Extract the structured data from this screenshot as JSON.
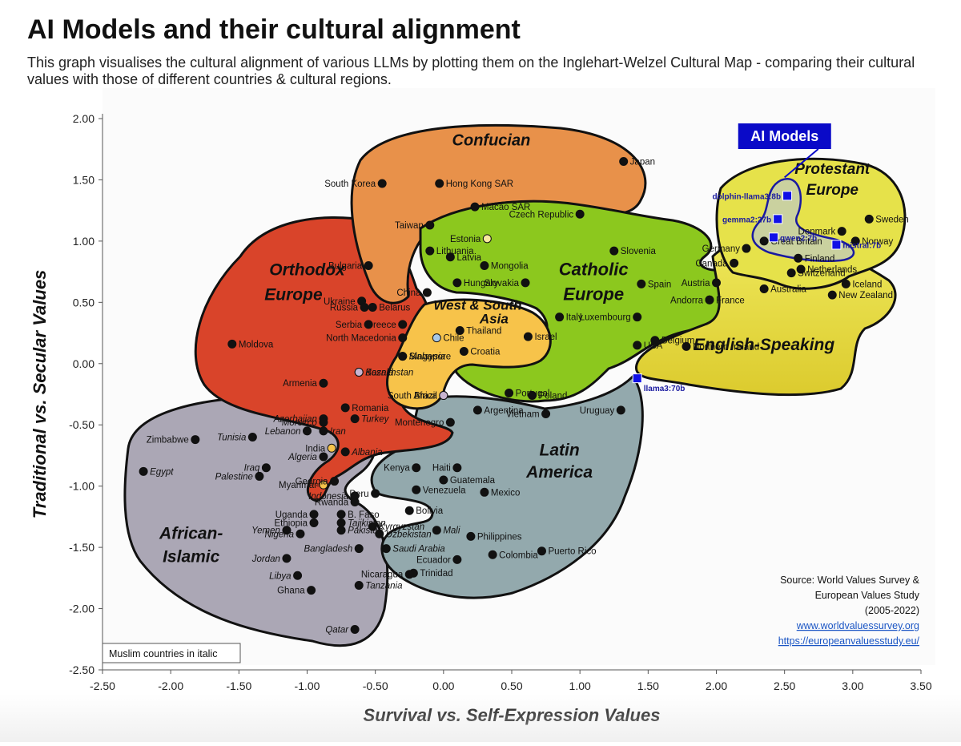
{
  "header": {
    "title": "AI Models and their cultural alignment",
    "subtitle": "This graph visualises the cultural alignment of various LLMs by plotting them on the Inglehart-Welzel Cultural Map - comparing their cultural values with those of different countries & cultural regions."
  },
  "chart_data": {
    "type": "scatter",
    "title": "AI Models and their cultural alignment",
    "xlabel": "Survival vs. Self-Expression Values",
    "ylabel": "Traditional vs. Secular Values",
    "xlim": [
      -2.5,
      3.5
    ],
    "ylim": [
      -2.5,
      2.0
    ],
    "x_ticks": [
      "-2.50",
      "-2.00",
      "-1.50",
      "-1.00",
      "-0.50",
      "0.00",
      "0.50",
      "1.00",
      "1.50",
      "2.00",
      "2.50",
      "3.00",
      "3.50"
    ],
    "y_ticks": [
      "2.00",
      "1.50",
      "1.00",
      "0.50",
      "0.00",
      "-0.50",
      "-1.00",
      "-1.50",
      "-2.00",
      "-2.50"
    ],
    "grid": false,
    "regions": [
      {
        "name": "Confucian",
        "color": "#e8914a"
      },
      {
        "name": "Orthodox Europe",
        "color": "#d9442a"
      },
      {
        "name": "Catholic Europe",
        "color": "#8cc81e"
      },
      {
        "name": "West & South Asia",
        "color": "#f7c34a"
      },
      {
        "name": "Protestant Europe",
        "color": "#e6e24a"
      },
      {
        "name": "English-Speaking",
        "color": "#e8d83a"
      },
      {
        "name": "Latin America",
        "color": "#93a9ad"
      },
      {
        "name": "African-Islamic",
        "color": "#aba7b5"
      }
    ],
    "countries": [
      {
        "name": "Japan",
        "x": 1.32,
        "y": 1.65
      },
      {
        "name": "South Korea",
        "x": -0.45,
        "y": 1.47
      },
      {
        "name": "Hong Kong SAR",
        "x": -0.03,
        "y": 1.47
      },
      {
        "name": "Macao SAR",
        "x": 0.23,
        "y": 1.28
      },
      {
        "name": "Taiwan",
        "x": -0.1,
        "y": 1.13
      },
      {
        "name": "China",
        "x": -0.12,
        "y": 0.58
      },
      {
        "name": "Czech Republic",
        "x": 1.0,
        "y": 1.22
      },
      {
        "name": "Lithuania",
        "x": -0.1,
        "y": 0.92
      },
      {
        "name": "Latvia",
        "x": 0.05,
        "y": 0.87
      },
      {
        "name": "Estonia",
        "x": 0.32,
        "y": 1.02
      },
      {
        "name": "Mongolia",
        "x": 0.3,
        "y": 0.8
      },
      {
        "name": "Slovakia",
        "x": 0.6,
        "y": 0.66
      },
      {
        "name": "Slovenia",
        "x": 1.25,
        "y": 0.92
      },
      {
        "name": "Spain",
        "x": 1.45,
        "y": 0.65
      },
      {
        "name": "Hungary",
        "x": 0.1,
        "y": 0.66
      },
      {
        "name": "Italy",
        "x": 0.85,
        "y": 0.38
      },
      {
        "name": "Luxembourg",
        "x": 1.42,
        "y": 0.38
      },
      {
        "name": "Belgium",
        "x": 1.55,
        "y": 0.19
      },
      {
        "name": "Austria",
        "x": 2.0,
        "y": 0.66
      },
      {
        "name": "Andorra",
        "x": 1.95,
        "y": 0.52
      },
      {
        "name": "France",
        "x": 1.95,
        "y": 0.52
      },
      {
        "name": "Thailand",
        "x": 0.12,
        "y": 0.27
      },
      {
        "name": "Israel",
        "x": 0.62,
        "y": 0.22
      },
      {
        "name": "Chile",
        "x": -0.05,
        "y": 0.21
      },
      {
        "name": "Croatia",
        "x": 0.15,
        "y": 0.1
      },
      {
        "name": "Singapore",
        "x": -0.3,
        "y": 0.06
      },
      {
        "name": "Malaysia",
        "x": -0.3,
        "y": 0.06
      },
      {
        "name": "Portugal",
        "x": 0.48,
        "y": -0.24
      },
      {
        "name": "Poland",
        "x": 0.65,
        "y": -0.26
      },
      {
        "name": "South Africa",
        "x": 0.0,
        "y": -0.26
      },
      {
        "name": "Brazil",
        "x": 0.0,
        "y": -0.26
      },
      {
        "name": "Argentina",
        "x": 0.25,
        "y": -0.38
      },
      {
        "name": "Vietnam",
        "x": 0.75,
        "y": -0.41
      },
      {
        "name": "Uruguay",
        "x": 1.3,
        "y": -0.38
      },
      {
        "name": "USA",
        "x": 1.42,
        "y": 0.15
      },
      {
        "name": "Northern Ireland",
        "x": 1.78,
        "y": 0.14
      },
      {
        "name": "Germany",
        "x": 2.22,
        "y": 0.94
      },
      {
        "name": "Great Britain",
        "x": 2.35,
        "y": 1.0
      },
      {
        "name": "Canada",
        "x": 2.13,
        "y": 0.82
      },
      {
        "name": "Australia",
        "x": 2.35,
        "y": 0.61
      },
      {
        "name": "Denmark",
        "x": 2.92,
        "y": 1.08
      },
      {
        "name": "Sweden",
        "x": 3.12,
        "y": 1.18
      },
      {
        "name": "Norway",
        "x": 3.02,
        "y": 1.0
      },
      {
        "name": "Finland",
        "x": 2.6,
        "y": 0.86
      },
      {
        "name": "Netherlands",
        "x": 2.62,
        "y": 0.77
      },
      {
        "name": "Switzerland",
        "x": 2.55,
        "y": 0.74
      },
      {
        "name": "Iceland",
        "x": 2.95,
        "y": 0.65
      },
      {
        "name": "New Zealand",
        "x": 2.85,
        "y": 0.56
      },
      {
        "name": "Bulgaria",
        "x": -0.55,
        "y": 0.8
      },
      {
        "name": "Ukraine",
        "x": -0.6,
        "y": 0.51
      },
      {
        "name": "Russia",
        "x": -0.58,
        "y": 0.46
      },
      {
        "name": "Belarus",
        "x": -0.52,
        "y": 0.46
      },
      {
        "name": "Serbia",
        "x": -0.55,
        "y": 0.32
      },
      {
        "name": "Greece",
        "x": -0.3,
        "y": 0.32
      },
      {
        "name": "North Macedonia",
        "x": -0.3,
        "y": 0.21
      },
      {
        "name": "Moldova",
        "x": -1.55,
        "y": 0.16
      },
      {
        "name": "Bosnia",
        "x": -0.62,
        "y": -0.07
      },
      {
        "name": "Kazakhstan",
        "x": -0.62,
        "y": -0.07
      },
      {
        "name": "Armenia",
        "x": -0.88,
        "y": -0.16
      },
      {
        "name": "Romania",
        "x": -0.72,
        "y": -0.36
      },
      {
        "name": "Azerbaijan",
        "x": -0.88,
        "y": -0.45
      },
      {
        "name": "Turkey",
        "x": -0.65,
        "y": -0.45
      },
      {
        "name": "Morocco",
        "x": -0.88,
        "y": -0.48
      },
      {
        "name": "Lebanon",
        "x": -1.0,
        "y": -0.55
      },
      {
        "name": "Iran",
        "x": -0.88,
        "y": -0.55
      },
      {
        "name": "Montenegro",
        "x": 0.05,
        "y": -0.48
      },
      {
        "name": "Tunisia",
        "x": -1.4,
        "y": -0.6
      },
      {
        "name": "Zimbabwe",
        "x": -1.82,
        "y": -0.62
      },
      {
        "name": "India",
        "x": -0.82,
        "y": -0.69
      },
      {
        "name": "Albania",
        "x": -0.72,
        "y": -0.72
      },
      {
        "name": "Algeria",
        "x": -0.88,
        "y": -0.76
      },
      {
        "name": "Egypt",
        "x": -2.2,
        "y": -0.88
      },
      {
        "name": "Iraq",
        "x": -1.3,
        "y": -0.85
      },
      {
        "name": "Palestine",
        "x": -1.35,
        "y": -0.92
      },
      {
        "name": "Myanmar",
        "x": -0.88,
        "y": -0.99
      },
      {
        "name": "Georgia",
        "x": -0.8,
        "y": -0.96
      },
      {
        "name": "Kenya",
        "x": -0.2,
        "y": -0.85
      },
      {
        "name": "Haiti",
        "x": 0.1,
        "y": -0.85
      },
      {
        "name": "Guatemala",
        "x": 0.0,
        "y": -0.95
      },
      {
        "name": "Venezuela",
        "x": -0.2,
        "y": -1.03
      },
      {
        "name": "Mexico",
        "x": 0.3,
        "y": -1.05
      },
      {
        "name": "Peru",
        "x": -0.5,
        "y": -1.06
      },
      {
        "name": "Bolivia",
        "x": -0.25,
        "y": -1.2
      },
      {
        "name": "Indonesia",
        "x": -0.65,
        "y": -1.08
      },
      {
        "name": "Rwanda",
        "x": -0.65,
        "y": -1.13
      },
      {
        "name": "Uganda",
        "x": -0.95,
        "y": -1.23
      },
      {
        "name": "Ethiopia",
        "x": -0.95,
        "y": -1.3
      },
      {
        "name": "B. Faso",
        "x": -0.75,
        "y": -1.23
      },
      {
        "name": "Tajikistan",
        "x": -0.75,
        "y": -1.3
      },
      {
        "name": "Pakistan",
        "x": -0.75,
        "y": -1.36
      },
      {
        "name": "Yemen",
        "x": -1.15,
        "y": -1.36
      },
      {
        "name": "Nigeria",
        "x": -1.05,
        "y": -1.39
      },
      {
        "name": "Kyrgyzstan",
        "x": -0.52,
        "y": -1.33
      },
      {
        "name": "Uzbekistan",
        "x": -0.47,
        "y": -1.39
      },
      {
        "name": "Mali",
        "x": -0.05,
        "y": -1.36
      },
      {
        "name": "Philippines",
        "x": 0.2,
        "y": -1.41
      },
      {
        "name": "Puerto Rico",
        "x": 0.72,
        "y": -1.53
      },
      {
        "name": "Colombia",
        "x": 0.36,
        "y": -1.56
      },
      {
        "name": "Bangladesh",
        "x": -0.62,
        "y": -1.51
      },
      {
        "name": "Saudi Arabia",
        "x": -0.42,
        "y": -1.51
      },
      {
        "name": "Ecuador",
        "x": 0.1,
        "y": -1.6
      },
      {
        "name": "Jordan",
        "x": -1.15,
        "y": -1.59
      },
      {
        "name": "Libya",
        "x": -1.07,
        "y": -1.73
      },
      {
        "name": "Trinidad",
        "x": -0.22,
        "y": -1.71
      },
      {
        "name": "Nicaragua",
        "x": -0.25,
        "y": -1.72
      },
      {
        "name": "Tanzania",
        "x": -0.62,
        "y": -1.81
      },
      {
        "name": "Ghana",
        "x": -0.97,
        "y": -1.85
      },
      {
        "name": "Qatar",
        "x": -0.65,
        "y": -2.17
      }
    ],
    "ai_models": [
      {
        "name": "dolphin-llama3:8b",
        "x": 2.52,
        "y": 1.37
      },
      {
        "name": "gemma2:27b",
        "x": 2.45,
        "y": 1.18
      },
      {
        "name": "qwen2:7b",
        "x": 2.42,
        "y": 1.03
      },
      {
        "name": "mistral:7b",
        "x": 2.88,
        "y": 0.97
      },
      {
        "name": "llama3:70b",
        "x": 1.42,
        "y": -0.12
      }
    ],
    "ai_models_title": "AI Models",
    "legend_note": "Muslim countries in italic",
    "source": {
      "lines": [
        "Source: World Values Survey &",
        "European Values Study",
        "(2005-2022)"
      ],
      "links": [
        "www.worldvaluessurvey.org",
        "https://europeanvaluesstudy.eu/"
      ]
    },
    "colors": {
      "ai_marker": "#1010e6",
      "ai_title_bg": "#0a0ac8",
      "country_dot": "#111111"
    }
  }
}
